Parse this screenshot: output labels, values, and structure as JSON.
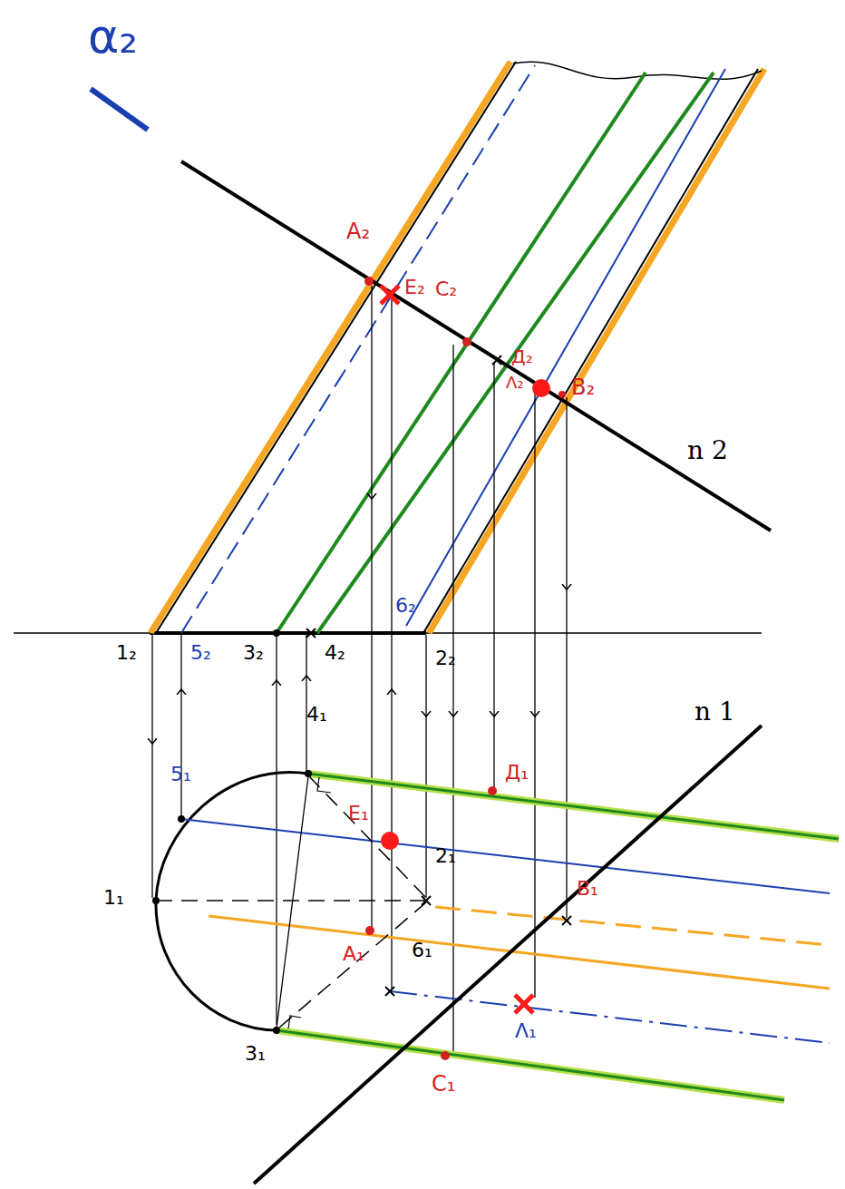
{
  "diagram": {
    "labels": [
      "α₂",
      "A₂",
      "E₂",
      "C₂",
      "Д₂",
      "Λ₂",
      "B₂",
      "n 2",
      "1₂",
      "5₂",
      "3₂",
      "4₂",
      "6₂",
      "2₂",
      "4₁",
      "5₁",
      "E₁",
      "1₁",
      "2₁",
      "B₁",
      "A₁",
      "6₁",
      "Λ₁",
      "3₁",
      "C₁",
      "Д₁",
      "n 1"
    ]
  }
}
